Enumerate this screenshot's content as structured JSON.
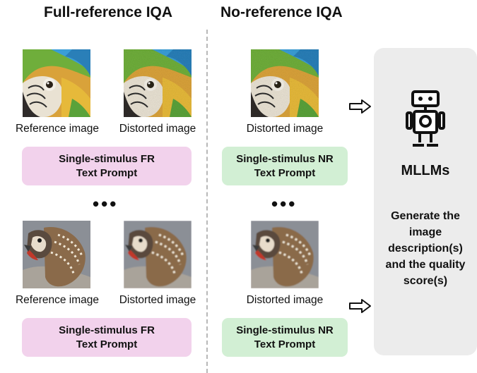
{
  "headings": {
    "full_reference": "Full-reference IQA",
    "no_reference": "No-reference IQA"
  },
  "captions": {
    "reference": "Reference image",
    "distorted": "Distorted image"
  },
  "prompts": {
    "fr_line1": "Single-stimulus FR",
    "nr_line1": "Single-stimulus NR",
    "line2": "Text Prompt"
  },
  "ellipsis": "•••",
  "arrow": "⇨",
  "mllm": {
    "title": "MLLMs",
    "description": "Generate the image description(s) and the quality score(s)",
    "icon": "robot-icon"
  },
  "images": {
    "top_subject": "parrot-image",
    "bottom_subject": "bird-of-prey-image"
  },
  "colors": {
    "fr_prompt_bg": "#f2d2ec",
    "nr_prompt_bg": "#d2efd4",
    "panel_bg": "#ececec",
    "divider": "#b8b8b8"
  }
}
